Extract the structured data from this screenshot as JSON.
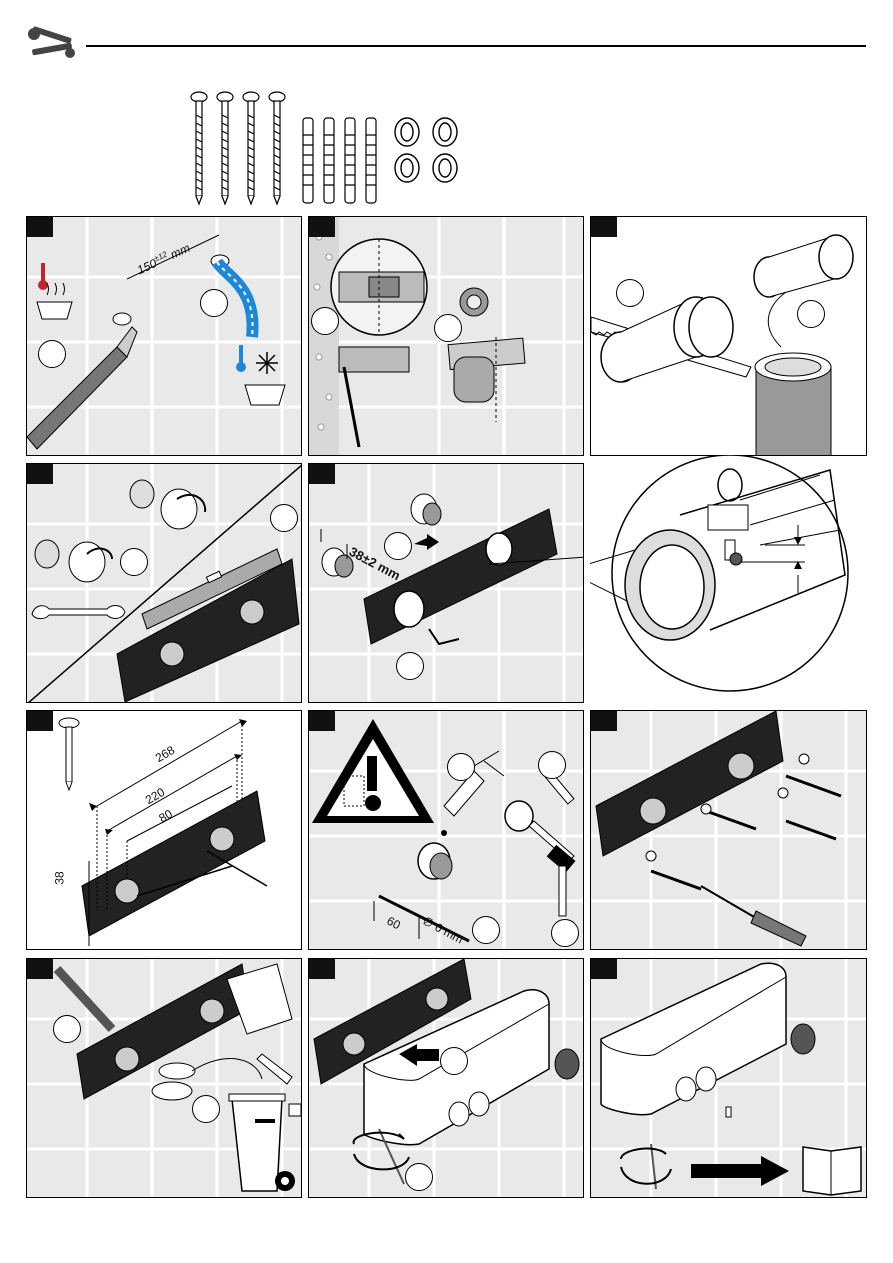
{
  "header": {
    "tools_icon": "wrench-screwdriver-icon"
  },
  "dimensions": {
    "pipe_distance": "150",
    "pipe_tolerance": "±12",
    "pipe_unit": "mm",
    "mount_depth": "38±2 mm",
    "dim_268": "268",
    "dim_220": "220",
    "dim_80": "80",
    "dim_38": "38",
    "drill_depth": "60",
    "drill_diameter": "∅ 6 mm"
  },
  "colors": {
    "hot": "#c0262d",
    "cold": "#1e88d8",
    "tile": "#e9e9e9",
    "grout": "#ffffff"
  }
}
